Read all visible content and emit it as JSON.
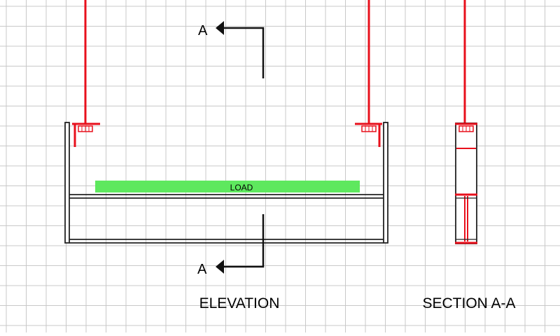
{
  "colors": {
    "background": "#ffffff",
    "grid": "#c8c8c8",
    "hanger": "#e8101c",
    "structure": "#222222",
    "load": "#5ee85e"
  },
  "labels": {
    "load": "LOAD",
    "section_mark_top": "A",
    "section_mark_bottom": "A",
    "elevation_title": "ELEVATION",
    "section_title": "SECTION A-A"
  }
}
